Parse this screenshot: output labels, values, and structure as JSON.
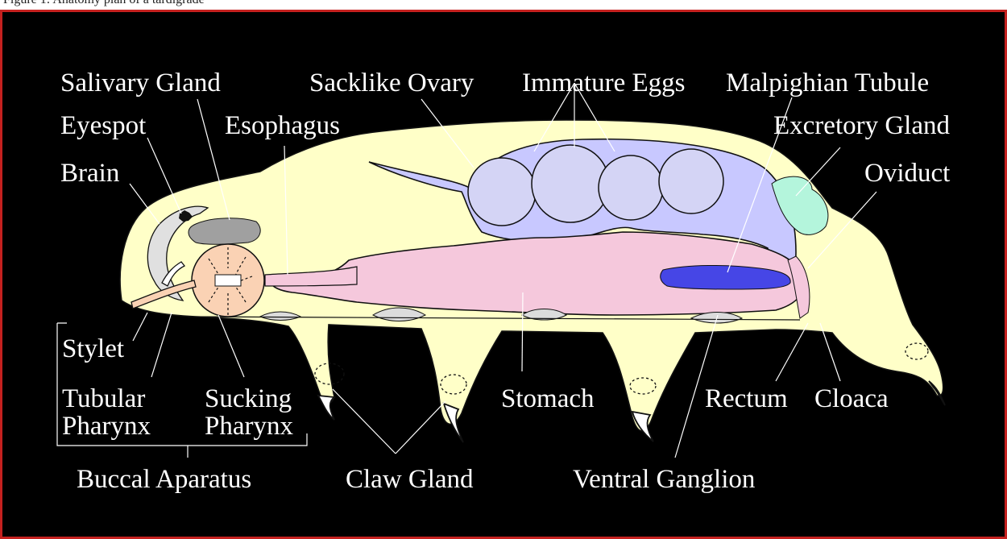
{
  "caption_fragment": "Figure 1: Anatomy plan of a tardigrade",
  "colors": {
    "background": "#000000",
    "frame": "#c4211f",
    "body": "#ffffc8",
    "ovary": "#c8c8ff",
    "stomach": "#f5c8dc",
    "malpighian_tubule": "#4646e6",
    "excretory_gland": "#b4f5dc",
    "salivary_gland": "#a0a0a0",
    "ganglia": "#dcdcdc",
    "sucking_pharynx": "#fad2b4"
  },
  "labels": {
    "salivary_gland": "Salivary Gland",
    "eyespot": "Eyespot",
    "brain": "Brain",
    "esophagus": "Esophagus",
    "sacklike_ovary": "Sacklike Ovary",
    "immature_eggs": "Immature Eggs",
    "malpighian_tubule": "Malpighian Tubule",
    "excretory_gland": "Excretory Gland",
    "oviduct": "Oviduct",
    "stylet": "Stylet",
    "tubular_pharynx_1": "Tubular",
    "tubular_pharynx_2": "Pharynx",
    "sucking_pharynx_1": "Sucking",
    "sucking_pharynx_2": "Pharynx",
    "stomach": "Stomach",
    "rectum": "Rectum",
    "cloaca": "Cloaca",
    "buccal_apparatus": "Buccal Aparatus",
    "claw_gland": "Claw Gland",
    "ventral_ganglion": "Ventral Ganglion"
  }
}
